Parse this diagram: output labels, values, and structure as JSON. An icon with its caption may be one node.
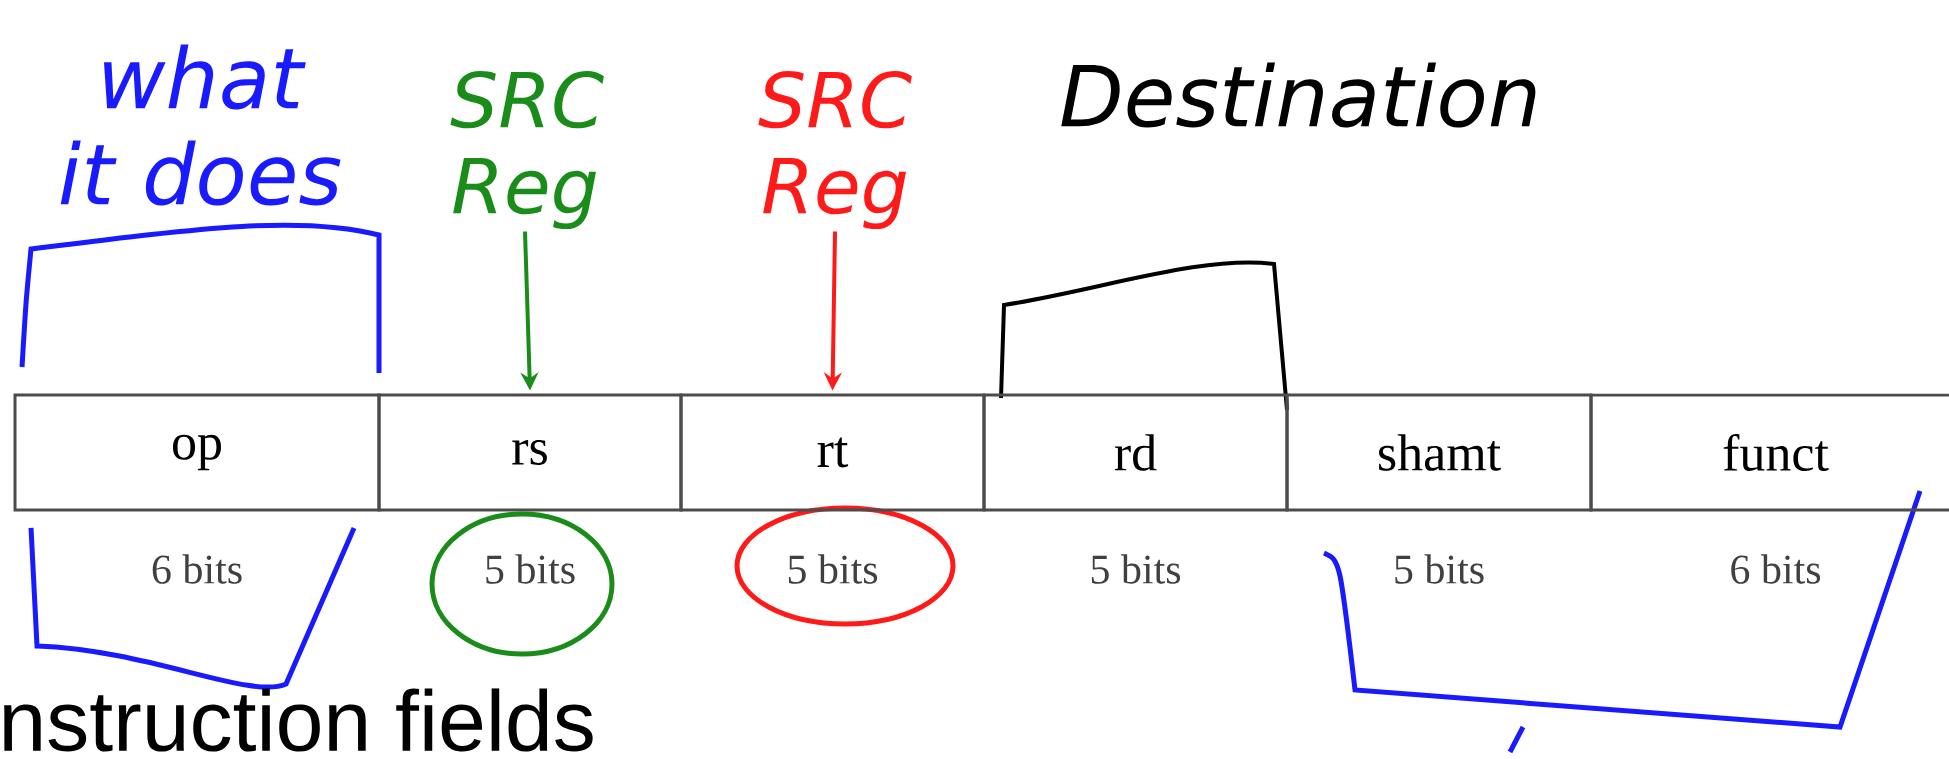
{
  "diagram": {
    "nodes": [
      {
        "text": [
          "what it does"
        ]
      },
      {
        "text": [
          "SRC Reg"
        ]
      },
      {
        "text": [
          "SRC Reg"
        ]
      },
      {
        "text": [
          "Destination"
        ]
      },
      {
        "text": [
          "op"
        ],
        "beside": [
          "6 bits"
        ]
      },
      {
        "text": [
          "rs"
        ],
        "beside": [
          "5 bits"
        ]
      },
      {
        "text": [
          "rt"
        ],
        "beside": [
          "5 bits"
        ]
      },
      {
        "text": [
          "rd"
        ],
        "beside": [
          "5 bits"
        ]
      },
      {
        "text": [
          "shamt"
        ],
        "beside": [
          "5 bits"
        ]
      },
      {
        "text": [
          "funct"
        ],
        "beside": [
          "6 bits"
        ]
      }
    ],
    "edges": [
      {
        "from": 1,
        "to": 5,
        "arrow": "to",
        "color": "#1a8c1a"
      },
      {
        "from": 2,
        "to": 6,
        "arrow": "to",
        "color": "#ff1a1a"
      }
    ],
    "labels": [
      "nstruction fields"
    ]
  }
}
